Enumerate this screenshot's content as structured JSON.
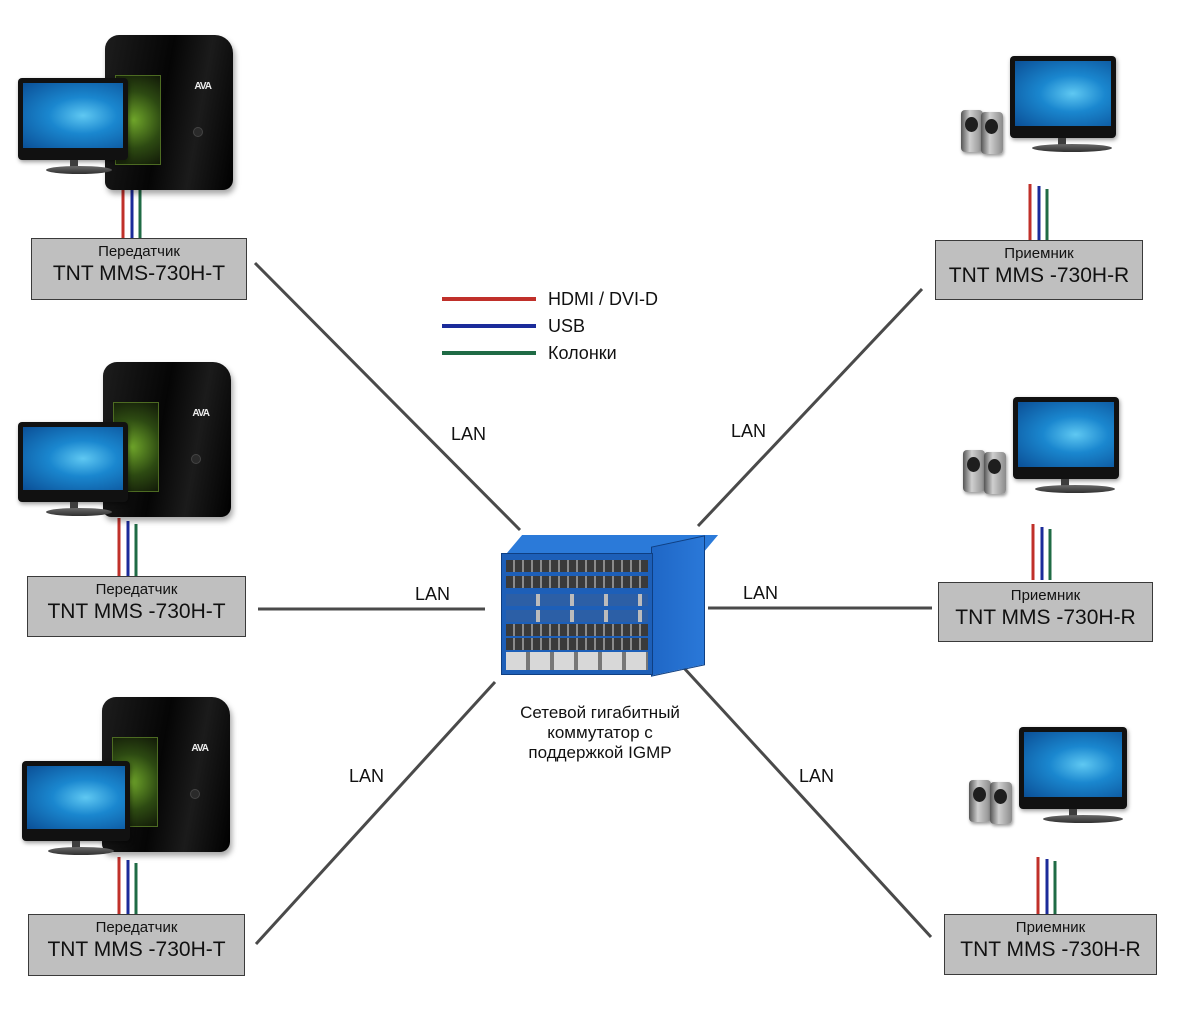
{
  "diagram": {
    "legend": [
      {
        "label": "HDMI / DVI-D",
        "color": "#c0302a"
      },
      {
        "label": "USB",
        "color": "#1b2b9a"
      },
      {
        "label": "Колонки",
        "color": "#1f6b45"
      }
    ],
    "switch": {
      "caption_lines": [
        "Сетевой гигабитный",
        "коммутатор с",
        "поддержкой IGMP"
      ],
      "color": "#1d5fb8"
    },
    "link_label": "LAN",
    "links": [
      "LAN",
      "LAN",
      "LAN",
      "LAN",
      "LAN",
      "LAN"
    ],
    "transmitters": [
      {
        "role": "Передатчик",
        "model": "TNT MMS-730H-T",
        "tower_logo": "AVA"
      },
      {
        "role": "Передатчик",
        "model": "TNT MMS -730H-T",
        "tower_logo": "AVA"
      },
      {
        "role": "Передатчик",
        "model": "TNT MMS -730H-T",
        "tower_logo": "AVA"
      }
    ],
    "receivers": [
      {
        "role": "Приемник",
        "model": "TNT MMS -730H-R"
      },
      {
        "role": "Приемник",
        "model": "TNT MMS -730H-R"
      },
      {
        "role": "Приемник",
        "model": "TNT MMS -730H-R"
      }
    ],
    "colors": {
      "lan_line": "#4a4a4a",
      "box_fill": "#bfbfbf",
      "box_border": "#3a3a3a"
    }
  }
}
